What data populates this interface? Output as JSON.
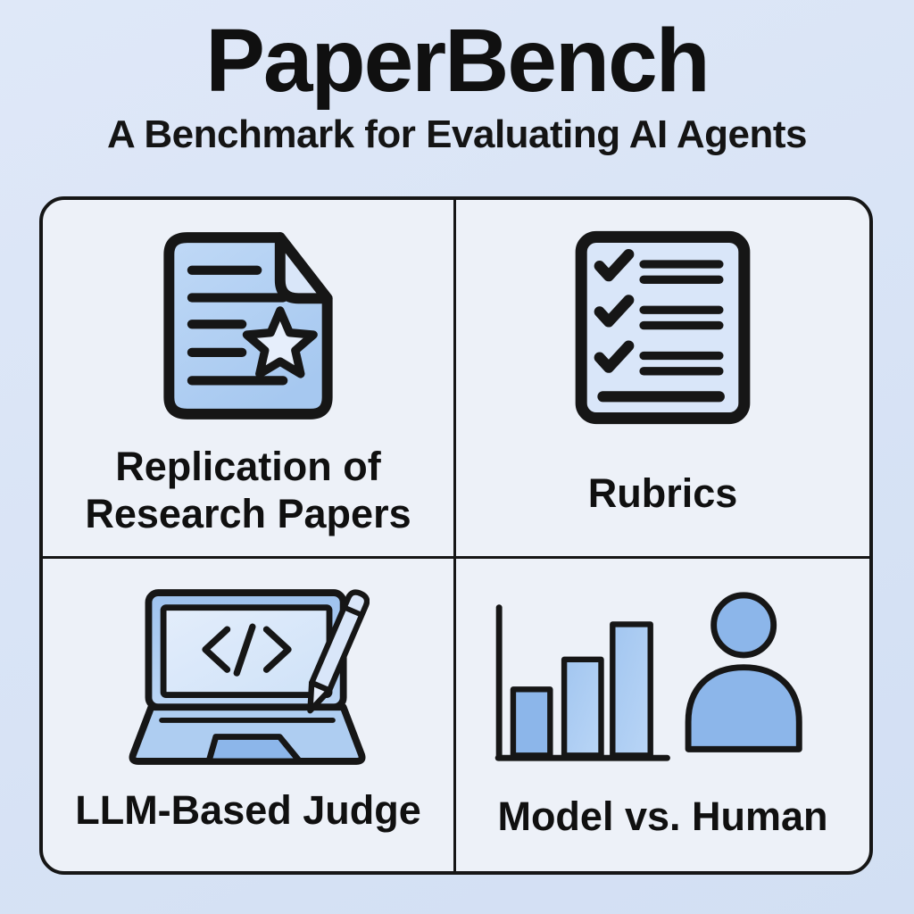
{
  "header": {
    "title": "PaperBench",
    "subtitle": "A Benchmark for Evaluating AI Agents"
  },
  "grid": {
    "cells": [
      {
        "name": "replication-of-research-papers",
        "label": "Replication of Research Papers",
        "icon": "document-star-icon"
      },
      {
        "name": "rubrics",
        "label": "Rubrics",
        "icon": "checklist-icon"
      },
      {
        "name": "llm-based-judge",
        "label": "LLM-Based Judge",
        "icon": "laptop-code-pencil-icon"
      },
      {
        "name": "model-vs-human",
        "label": "Model vs. Human",
        "icon": "bar-chart-person-icon"
      }
    ]
  },
  "colors": {
    "background_top": "#dfe8f8",
    "background_bottom": "#d2dff3",
    "card": "#edf1f8",
    "outline": "#161616",
    "icon_blue": "#aecdf1",
    "icon_blue_light": "#d9e6f9",
    "icon_blue_deep": "#8cb6ea",
    "icon_blue_pale": "#e6eefb",
    "text": "#101010"
  }
}
